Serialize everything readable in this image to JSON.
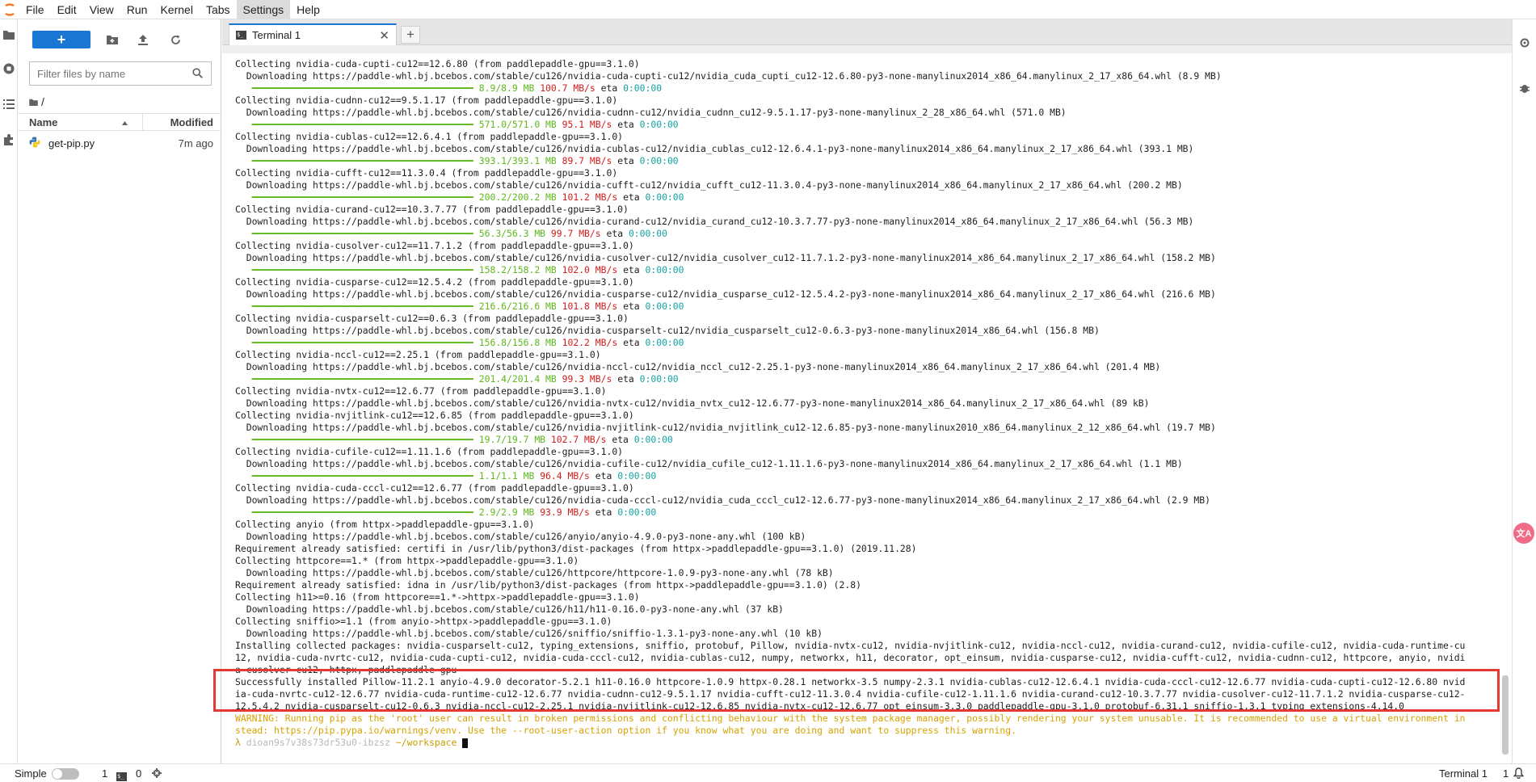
{
  "menubar": {
    "items": [
      {
        "label": "File"
      },
      {
        "label": "Edit"
      },
      {
        "label": "View"
      },
      {
        "label": "Run"
      },
      {
        "label": "Kernel"
      },
      {
        "label": "Tabs"
      },
      {
        "label": "Settings"
      },
      {
        "label": "Help"
      }
    ],
    "active": "Settings",
    "logo_color": "#f37726"
  },
  "leftbar": {
    "icons": [
      "folder-icon",
      "running-icon",
      "toc-icon",
      "extension-icon"
    ]
  },
  "filebrowser": {
    "new_label": "+",
    "filter_placeholder": "Filter files by name",
    "breadcrumb": "/",
    "columns": {
      "name": "Name",
      "modified": "Modified"
    },
    "files": [
      {
        "name": "get-pip.py",
        "modified": "7m ago"
      }
    ],
    "accent": "#1976d2"
  },
  "tabs": [
    {
      "label": "Terminal 1",
      "active": true
    }
  ],
  "terminal": {
    "lines": [
      {
        "t": "Collecting nvidia-cuda-cupti-cu12==12.6.80 (from paddlepaddle-gpu==3.1.0)"
      },
      {
        "t": "  Downloading https://paddle-whl.bj.bcebos.com/stable/cu126/nvidia-cuda-cupti-cu12/nvidia_cuda_cupti_cu12-12.6.80-py3-none-manylinux2014_x86_64.manylinux_2_17_x86_64.whl (8.9 MB)"
      },
      {
        "p": true,
        "size": "8.9/8.9 MB",
        "speed": "100.7 MB/s",
        "eta": "0:00:00"
      },
      {
        "t": "Collecting nvidia-cudnn-cu12==9.5.1.17 (from paddlepaddle-gpu==3.1.0)"
      },
      {
        "t": "  Downloading https://paddle-whl.bj.bcebos.com/stable/cu126/nvidia-cudnn-cu12/nvidia_cudnn_cu12-9.5.1.17-py3-none-manylinux_2_28_x86_64.whl (571.0 MB)"
      },
      {
        "p": true,
        "size": "571.0/571.0 MB",
        "speed": "95.1 MB/s",
        "eta": "0:00:00"
      },
      {
        "t": "Collecting nvidia-cublas-cu12==12.6.4.1 (from paddlepaddle-gpu==3.1.0)"
      },
      {
        "t": "  Downloading https://paddle-whl.bj.bcebos.com/stable/cu126/nvidia-cublas-cu12/nvidia_cublas_cu12-12.6.4.1-py3-none-manylinux2014_x86_64.manylinux_2_17_x86_64.whl (393.1 MB)"
      },
      {
        "p": true,
        "size": "393.1/393.1 MB",
        "speed": "89.7 MB/s",
        "eta": "0:00:00"
      },
      {
        "t": "Collecting nvidia-cufft-cu12==11.3.0.4 (from paddlepaddle-gpu==3.1.0)"
      },
      {
        "t": "  Downloading https://paddle-whl.bj.bcebos.com/stable/cu126/nvidia-cufft-cu12/nvidia_cufft_cu12-11.3.0.4-py3-none-manylinux2014_x86_64.manylinux_2_17_x86_64.whl (200.2 MB)"
      },
      {
        "p": true,
        "size": "200.2/200.2 MB",
        "speed": "101.2 MB/s",
        "eta": "0:00:00"
      },
      {
        "t": "Collecting nvidia-curand-cu12==10.3.7.77 (from paddlepaddle-gpu==3.1.0)"
      },
      {
        "t": "  Downloading https://paddle-whl.bj.bcebos.com/stable/cu126/nvidia-curand-cu12/nvidia_curand_cu12-10.3.7.77-py3-none-manylinux2014_x86_64.manylinux_2_17_x86_64.whl (56.3 MB)"
      },
      {
        "p": true,
        "size": "56.3/56.3 MB",
        "speed": "99.7 MB/s",
        "eta": "0:00:00"
      },
      {
        "t": "Collecting nvidia-cusolver-cu12==11.7.1.2 (from paddlepaddle-gpu==3.1.0)"
      },
      {
        "t": "  Downloading https://paddle-whl.bj.bcebos.com/stable/cu126/nvidia-cusolver-cu12/nvidia_cusolver_cu12-11.7.1.2-py3-none-manylinux2014_x86_64.manylinux_2_17_x86_64.whl (158.2 MB)"
      },
      {
        "p": true,
        "size": "158.2/158.2 MB",
        "speed": "102.0 MB/s",
        "eta": "0:00:00"
      },
      {
        "t": "Collecting nvidia-cusparse-cu12==12.5.4.2 (from paddlepaddle-gpu==3.1.0)"
      },
      {
        "t": "  Downloading https://paddle-whl.bj.bcebos.com/stable/cu126/nvidia-cusparse-cu12/nvidia_cusparse_cu12-12.5.4.2-py3-none-manylinux2014_x86_64.manylinux_2_17_x86_64.whl (216.6 MB)"
      },
      {
        "p": true,
        "size": "216.6/216.6 MB",
        "speed": "101.8 MB/s",
        "eta": "0:00:00"
      },
      {
        "t": "Collecting nvidia-cusparselt-cu12==0.6.3 (from paddlepaddle-gpu==3.1.0)"
      },
      {
        "t": "  Downloading https://paddle-whl.bj.bcebos.com/stable/cu126/nvidia-cusparselt-cu12/nvidia_cusparselt_cu12-0.6.3-py3-none-manylinux2014_x86_64.whl (156.8 MB)"
      },
      {
        "p": true,
        "size": "156.8/156.8 MB",
        "speed": "102.2 MB/s",
        "eta": "0:00:00"
      },
      {
        "t": "Collecting nvidia-nccl-cu12==2.25.1 (from paddlepaddle-gpu==3.1.0)"
      },
      {
        "t": "  Downloading https://paddle-whl.bj.bcebos.com/stable/cu126/nvidia-nccl-cu12/nvidia_nccl_cu12-2.25.1-py3-none-manylinux2014_x86_64.manylinux_2_17_x86_64.whl (201.4 MB)"
      },
      {
        "p": true,
        "size": "201.4/201.4 MB",
        "speed": "99.3 MB/s",
        "eta": "0:00:00"
      },
      {
        "t": "Collecting nvidia-nvtx-cu12==12.6.77 (from paddlepaddle-gpu==3.1.0)"
      },
      {
        "t": "  Downloading https://paddle-whl.bj.bcebos.com/stable/cu126/nvidia-nvtx-cu12/nvidia_nvtx_cu12-12.6.77-py3-none-manylinux2014_x86_64.manylinux_2_17_x86_64.whl (89 kB)"
      },
      {
        "t": "Collecting nvidia-nvjitlink-cu12==12.6.85 (from paddlepaddle-gpu==3.1.0)"
      },
      {
        "t": "  Downloading https://paddle-whl.bj.bcebos.com/stable/cu126/nvidia-nvjitlink-cu12/nvidia_nvjitlink_cu12-12.6.85-py3-none-manylinux2010_x86_64.manylinux_2_12_x86_64.whl (19.7 MB)"
      },
      {
        "p": true,
        "size": "19.7/19.7 MB",
        "speed": "102.7 MB/s",
        "eta": "0:00:00"
      },
      {
        "t": "Collecting nvidia-cufile-cu12==1.11.1.6 (from paddlepaddle-gpu==3.1.0)"
      },
      {
        "t": "  Downloading https://paddle-whl.bj.bcebos.com/stable/cu126/nvidia-cufile-cu12/nvidia_cufile_cu12-1.11.1.6-py3-none-manylinux2014_x86_64.manylinux_2_17_x86_64.whl (1.1 MB)"
      },
      {
        "p": true,
        "size": "1.1/1.1 MB",
        "speed": "96.4 MB/s",
        "eta": "0:00:00"
      },
      {
        "t": "Collecting nvidia-cuda-cccl-cu12==12.6.77 (from paddlepaddle-gpu==3.1.0)"
      },
      {
        "t": "  Downloading https://paddle-whl.bj.bcebos.com/stable/cu126/nvidia-cuda-cccl-cu12/nvidia_cuda_cccl_cu12-12.6.77-py3-none-manylinux2014_x86_64.manylinux_2_17_x86_64.whl (2.9 MB)"
      },
      {
        "p": true,
        "size": "2.9/2.9 MB",
        "speed": "93.9 MB/s",
        "eta": "0:00:00"
      },
      {
        "t": "Collecting anyio (from httpx->paddlepaddle-gpu==3.1.0)"
      },
      {
        "t": "  Downloading https://paddle-whl.bj.bcebos.com/stable/cu126/anyio/anyio-4.9.0-py3-none-any.whl (100 kB)"
      },
      {
        "t": "Requirement already satisfied: certifi in /usr/lib/python3/dist-packages (from httpx->paddlepaddle-gpu==3.1.0) (2019.11.28)"
      },
      {
        "t": "Collecting httpcore==1.* (from httpx->paddlepaddle-gpu==3.1.0)"
      },
      {
        "t": "  Downloading https://paddle-whl.bj.bcebos.com/stable/cu126/httpcore/httpcore-1.0.9-py3-none-any.whl (78 kB)"
      },
      {
        "t": "Requirement already satisfied: idna in /usr/lib/python3/dist-packages (from httpx->paddlepaddle-gpu==3.1.0) (2.8)"
      },
      {
        "t": "Collecting h11>=0.16 (from httpcore==1.*->httpx->paddlepaddle-gpu==3.1.0)"
      },
      {
        "t": "  Downloading https://paddle-whl.bj.bcebos.com/stable/cu126/h11/h11-0.16.0-py3-none-any.whl (37 kB)"
      },
      {
        "t": "Collecting sniffio>=1.1 (from anyio->httpx->paddlepaddle-gpu==3.1.0)"
      },
      {
        "t": "  Downloading https://paddle-whl.bj.bcebos.com/stable/cu126/sniffio/sniffio-1.3.1-py3-none-any.whl (10 kB)"
      },
      {
        "t": "Installing collected packages: nvidia-cusparselt-cu12, typing_extensions, sniffio, protobuf, Pillow, nvidia-nvtx-cu12, nvidia-nvjitlink-cu12, nvidia-nccl-cu12, nvidia-curand-cu12, nvidia-cufile-cu12, nvidia-cuda-runtime-cu"
      },
      {
        "t": "12, nvidia-cuda-nvrtc-cu12, nvidia-cuda-cupti-cu12, nvidia-cuda-cccl-cu12, nvidia-cublas-cu12, numpy, networkx, h11, decorator, opt_einsum, nvidia-cusparse-cu12, nvidia-cufft-cu12, nvidia-cudnn-cu12, httpcore, anyio, nvidi"
      },
      {
        "t": "a-cusolver-cu12, httpx, paddlepaddle-gpu"
      },
      {
        "t": "Successfully installed Pillow-11.2.1 anyio-4.9.0 decorator-5.2.1 h11-0.16.0 httpcore-1.0.9 httpx-0.28.1 networkx-3.5 numpy-2.3.1 nvidia-cublas-cu12-12.6.4.1 nvidia-cuda-cccl-cu12-12.6.77 nvidia-cuda-cupti-cu12-12.6.80 nvid"
      },
      {
        "t": "ia-cuda-nvrtc-cu12-12.6.77 nvidia-cuda-runtime-cu12-12.6.77 nvidia-cudnn-cu12-9.5.1.17 nvidia-cufft-cu12-11.3.0.4 nvidia-cufile-cu12-1.11.1.6 nvidia-curand-cu12-10.3.7.77 nvidia-cusolver-cu12-11.7.1.2 nvidia-cusparse-cu12-"
      },
      {
        "t": "12.5.4.2 nvidia-cusparselt-cu12-0.6.3 nvidia-nccl-cu12-2.25.1 nvidia-nvjitlink-cu12-12.6.85 nvidia-nvtx-cu12-12.6.77 opt_einsum-3.3.0 paddlepaddle-gpu-3.1.0 protobuf-6.31.1 sniffio-1.3.1 typing_extensions-4.14.0"
      },
      {
        "t": "WARNING: Running pip as the 'root' user can result in broken permissions and conflicting behaviour with the system package manager, possibly rendering your system unusable. It is recommended to use a virtual environment in",
        "warn": true
      },
      {
        "t": "stead: https://pip.pypa.io/warnings/venv. Use the --root-user-action option if you know what you are doing and want to suppress this warning.",
        "warn": true
      }
    ],
    "prompt": {
      "symbol": "λ",
      "user": "dioan9s7v38s73dr53u0-ibzsz",
      "path": "~/workspace"
    },
    "colors": {
      "progress": "#5fb81e",
      "speed": "#d41c1c",
      "eta": "#14a3a3",
      "warning": "#d7a200",
      "highlight": "#e53935"
    }
  },
  "statusbar": {
    "mode_label": "Simple",
    "kernels_count": "1",
    "terminals_count": "0",
    "right_label": "Terminal 1",
    "right_count": "1"
  }
}
